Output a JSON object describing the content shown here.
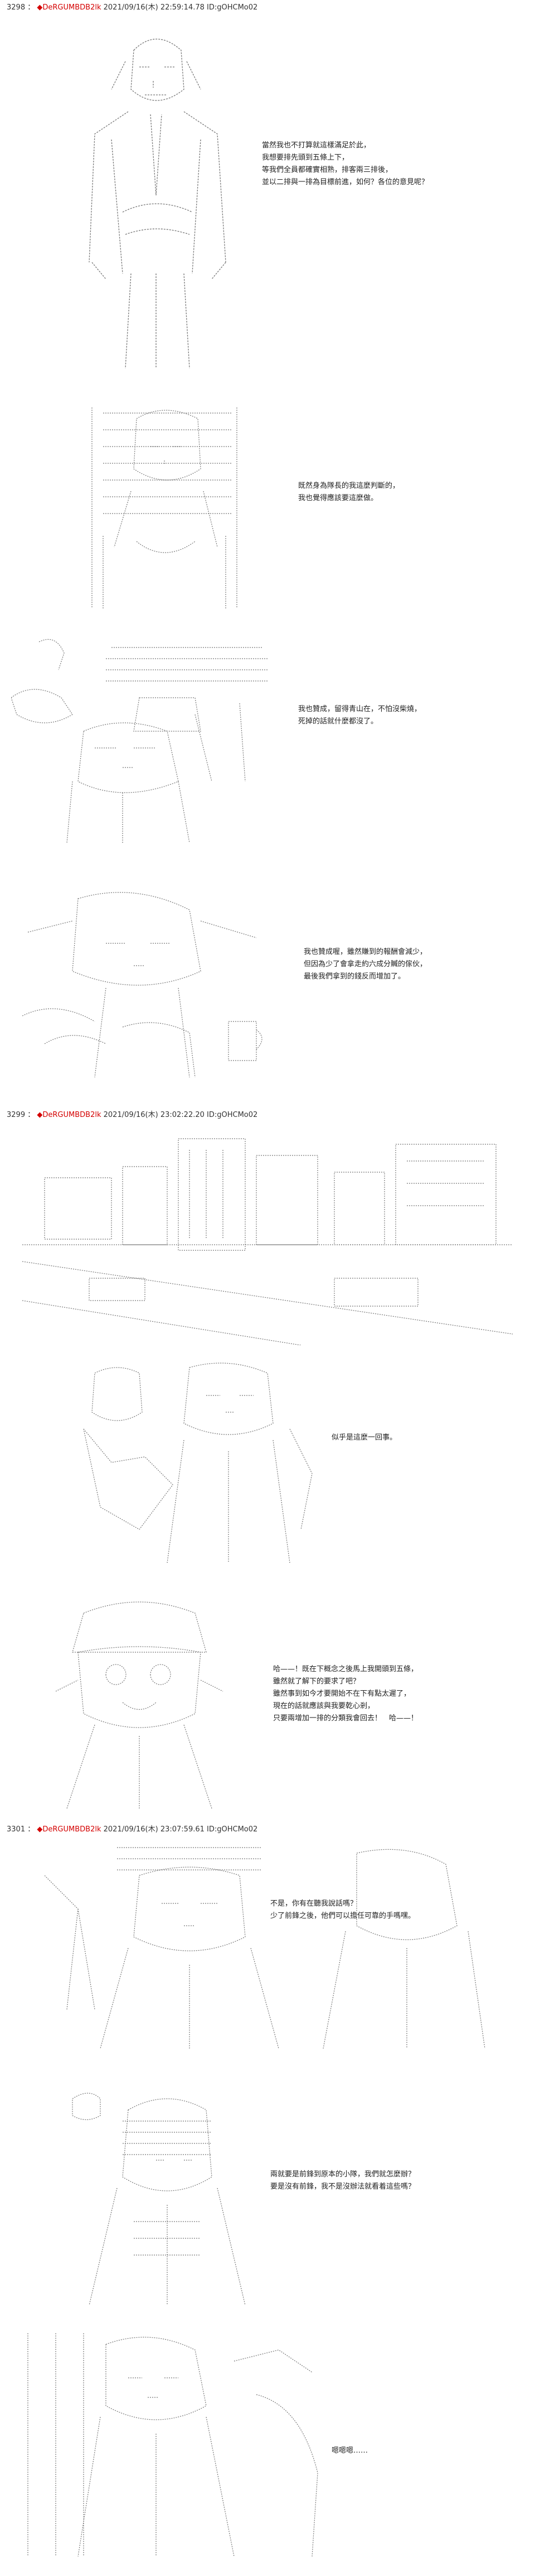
{
  "posts": [
    {
      "number": "3298",
      "diamond": "◆",
      "name": "DeRGUMBDB2lk",
      "meta": "2021/09/16(木) 22:59:14.78 ID:gOHCMo02",
      "panels": [
        {
          "lines": [
            "當然我也不打算就這樣滿足於此，",
            "我想要排先頭到五條上下，",
            "等我們全員都確實相熟，排客兩三排後，",
            "並以二排與一排為目標前進，如何？各位的意見呢？"
          ]
        },
        {
          "lines": [
            "既然身為隊長的我這麼判斷的，",
            "我也覺得應該要這麼做。"
          ]
        },
        {
          "lines": [
            "我也贊成，留得青山在，不怕沒柴燒，",
            "死掉的話就什麼都沒了。"
          ]
        },
        {
          "lines": [
            "我也贊成喔，雖然賺到的報酬會減少，",
            "但因為少了會拿走約六成分贓的傢伙，",
            "最後我們拿到的錢反而增加了。"
          ]
        }
      ]
    },
    {
      "number": "3299",
      "diamond": "◆",
      "name": "DeRGUMBDB2lk",
      "meta": "2021/09/16(木) 23:02:22.20 ID:gOHCMo02",
      "panels": [
        {
          "lines": []
        },
        {
          "lines": [
            "似乎是這麼一回事。"
          ]
        },
        {
          "lines": [
            "哈——！既在下概念之後馬上我開頭到五條，",
            "雖然就了解下的要求了吧？",
            "雖然事到如今才要開始不在下有點太遲了，",
            "現在的話就應該與我要乾心剎，",
            "只要兩增加一排的分類我會回去！　哈——！"
          ]
        }
      ]
    },
    {
      "number": "3301",
      "diamond": "◆",
      "name": "DeRGUMBDB2lk",
      "meta": "2021/09/16(木) 23:07:59.61 ID:gOHCMo02",
      "panels": [
        {
          "lines": [
            "不是，你有在聽我說話嗎？",
            "少了前鋒之後，他們可以擔任可靠的手嗎嘿。"
          ]
        },
        {
          "lines": [
            "兩就要是前鋒到原本的小隊，我們就怎麼辦？",
            "要是沒有前鋒，我不是沒辦法就看着這些嗎？"
          ]
        },
        {
          "lines": [
            "嗯嗯嗯……"
          ]
        }
      ]
    }
  ]
}
